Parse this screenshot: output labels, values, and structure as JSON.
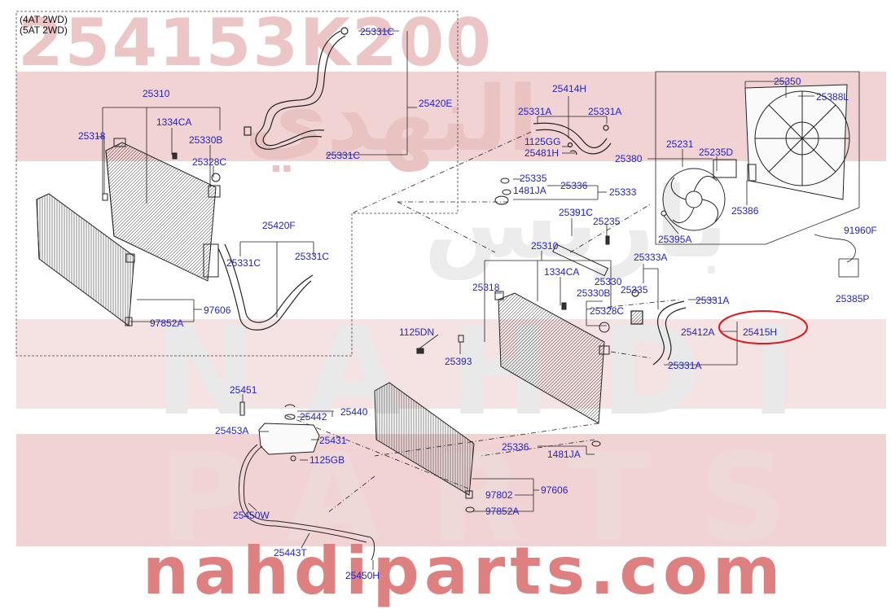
{
  "watermark": {
    "part_number": "254153K200",
    "arabic": "النهدي",
    "arabic2": "بارتس",
    "word1": "NAHDI",
    "word2": "PARTS",
    "site": "nahdiparts.com"
  },
  "variant_note": [
    "(4AT 2WD)",
    "(5AT 2WD)"
  ],
  "highlighted_part": "25415H",
  "colors": {
    "label": "#2424c8",
    "highlight": "#e01818",
    "watermark": "#f2d3d3",
    "line": "#222222"
  },
  "labels": {
    "l25331c_top": "25331C",
    "l25420e": "25420E",
    "l25331c_mid": "25331C",
    "l25310_left": "25310",
    "l1334ca_left": "1334CA",
    "l25318_left": "25318",
    "l25330b_left": "25330B",
    "l25328c_left": "25328C",
    "l25420f": "25420F",
    "l25331c_l1": "25331C",
    "l25331c_l2": "25331C",
    "l97606_left": "97606",
    "l97852a_left": "97852A",
    "l25414h": "25414H",
    "l25331a_1": "25331A",
    "l25331a_2": "25331A",
    "l1125gg": "1125GG",
    "l25481h": "25481H",
    "l25335_top": "25335",
    "l25336_top": "25336",
    "l1481ja_top": "1481JA",
    "l25333": "25333",
    "l25391c": "25391C",
    "l25235": "25235",
    "l25310_mid": "25310",
    "l1334ca_mid": "1334CA",
    "l25318_mid": "25318",
    "l25330": "25330",
    "l25330b_mid": "25330B",
    "l25328c_mid": "25328C",
    "l1125dn": "1125DN",
    "l25393": "25393",
    "l25333a": "25333A",
    "l25335_mid": "25335",
    "l25331a_r": "25331A",
    "l25412a": "25412A",
    "l25415h": "25415H",
    "l25331a_r2": "25331A",
    "l25350": "25350",
    "l25388l": "25388L",
    "l25380": "25380",
    "l25231": "25231",
    "l25235d": "25235D",
    "l25386": "25386",
    "l25395a": "25395A",
    "l91960f": "91960F",
    "l25385p": "25385P",
    "l25451": "25451",
    "l25442": "25442",
    "l25440": "25440",
    "l25453a": "25453A",
    "l25431": "25431",
    "l1125gb": "1125GB",
    "l25450w": "25450W",
    "l25443t": "25443T",
    "l25450h": "25450H",
    "l25336_bot": "25336",
    "l1481ja_bot": "1481JA",
    "l97802": "97802",
    "l97606_bot": "97606",
    "l97852a_bot": "97852A"
  }
}
